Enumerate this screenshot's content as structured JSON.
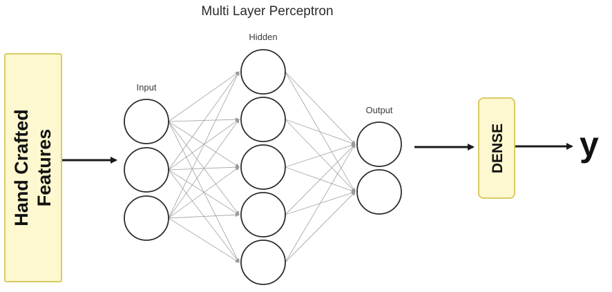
{
  "diagram": {
    "title": "Multi Layer Perceptron",
    "input_box": {
      "line1": "Hand Crafted",
      "line2": "Features",
      "fill": "#fdf8cf",
      "border": "#d9cb63"
    },
    "layers": {
      "input": {
        "label": "Input",
        "neurons": 3
      },
      "hidden": {
        "label": "Hidden",
        "neurons": 5
      },
      "output": {
        "label": "Output",
        "neurons": 2
      }
    },
    "dense_box": {
      "label": "DENSE",
      "fill": "#fdf8cf",
      "border": "#d9cb63"
    },
    "result": "y"
  }
}
